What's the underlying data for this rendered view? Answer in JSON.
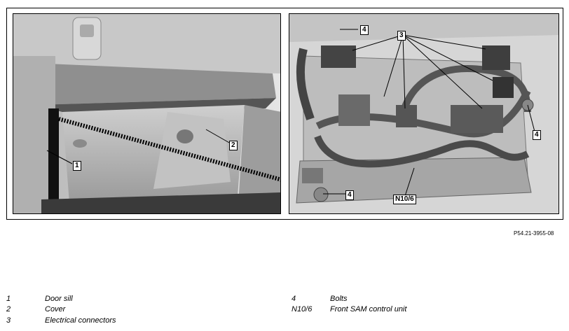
{
  "figure": {
    "reference": "P54.21-3955-08",
    "left_callouts": [
      "1",
      "2"
    ],
    "right_callouts": [
      "4",
      "3",
      "4",
      "4",
      "N10/6"
    ]
  },
  "legend": {
    "left": [
      {
        "number": "1",
        "text": "Door sill"
      },
      {
        "number": "2",
        "text": "Cover"
      },
      {
        "number": "3",
        "text": "Electrical connectors"
      }
    ],
    "right": [
      {
        "number": "4",
        "text": "Bolts"
      },
      {
        "number": "N10/6",
        "text": "Front SAM control unit"
      }
    ]
  }
}
